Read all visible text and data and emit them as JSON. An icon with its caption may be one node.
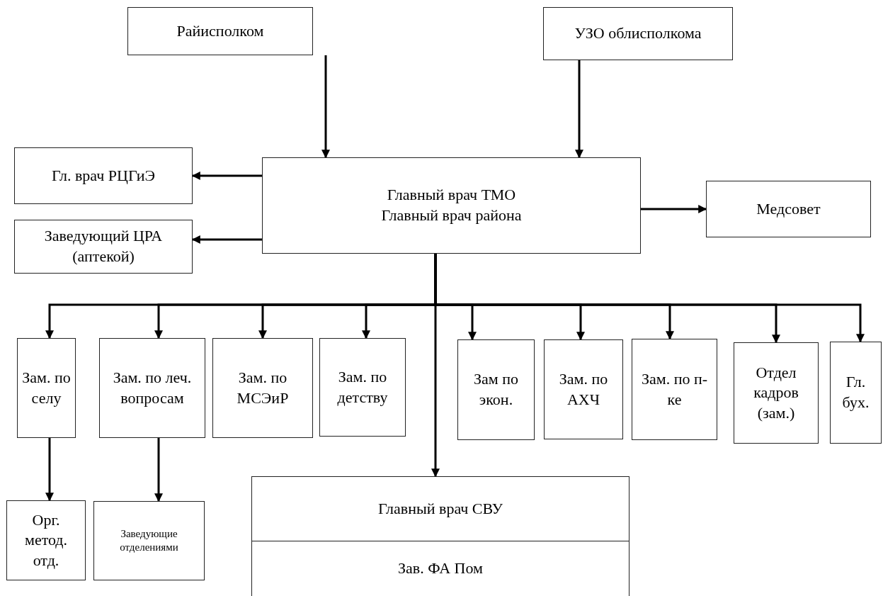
{
  "diagram": {
    "nodes": [
      {
        "text": [
          "Райисполком"
        ]
      },
      {
        "text": [
          "УЗО облисполкома"
        ]
      },
      {
        "text": [
          "Главный врач ТМО",
          "Главный врач района"
        ]
      },
      {
        "text": [
          "Гл. врач РЦГиЭ"
        ]
      },
      {
        "text": [
          "Заведующий ЦРА (аптекой)"
        ]
      },
      {
        "text": [
          "Медсовет"
        ]
      },
      {
        "text": [
          "Зам. по селу"
        ]
      },
      {
        "text": [
          "Зам. по леч. вопросам"
        ]
      },
      {
        "text": [
          "Зам. по МСЭиР"
        ]
      },
      {
        "text": [
          "Зам. по детству"
        ]
      },
      {
        "text": [
          "Зам по экон."
        ]
      },
      {
        "text": [
          "Зам. по АХЧ"
        ]
      },
      {
        "text": [
          "Зам. по п-ке"
        ]
      },
      {
        "text": [
          "Отдел кадров (зам.)"
        ]
      },
      {
        "text": [
          "Гл. бух."
        ]
      },
      {
        "text": [
          "Орг. метод. отд."
        ]
      },
      {
        "text": [
          "Заведующие отделениями"
        ]
      },
      {
        "text": [
          "Главный врач СВУ"
        ]
      },
      {
        "text": [
          "Зав. ФА Пом"
        ]
      }
    ],
    "edges": [
      {
        "from": 0,
        "to": 2,
        "arrow": "to"
      },
      {
        "from": 1,
        "to": 2,
        "arrow": "to"
      },
      {
        "from": 2,
        "to": 3,
        "arrow": "to"
      },
      {
        "from": 2,
        "to": 4,
        "arrow": "to"
      },
      {
        "from": 2,
        "to": 5,
        "arrow": "to"
      },
      {
        "from": 2,
        "to": 6,
        "arrow": "to"
      },
      {
        "from": 2,
        "to": 7,
        "arrow": "to"
      },
      {
        "from": 2,
        "to": 8,
        "arrow": "to"
      },
      {
        "from": 2,
        "to": 9,
        "arrow": "to"
      },
      {
        "from": 2,
        "to": 10,
        "arrow": "to"
      },
      {
        "from": 2,
        "to": 11,
        "arrow": "to"
      },
      {
        "from": 2,
        "to": 12,
        "arrow": "to"
      },
      {
        "from": 2,
        "to": 13,
        "arrow": "to"
      },
      {
        "from": 2,
        "to": 14,
        "arrow": "to"
      },
      {
        "from": 2,
        "to": 17,
        "arrow": "to"
      },
      {
        "from": 6,
        "to": 15,
        "arrow": "to"
      },
      {
        "from": 7,
        "to": 16,
        "arrow": "to"
      }
    ]
  }
}
